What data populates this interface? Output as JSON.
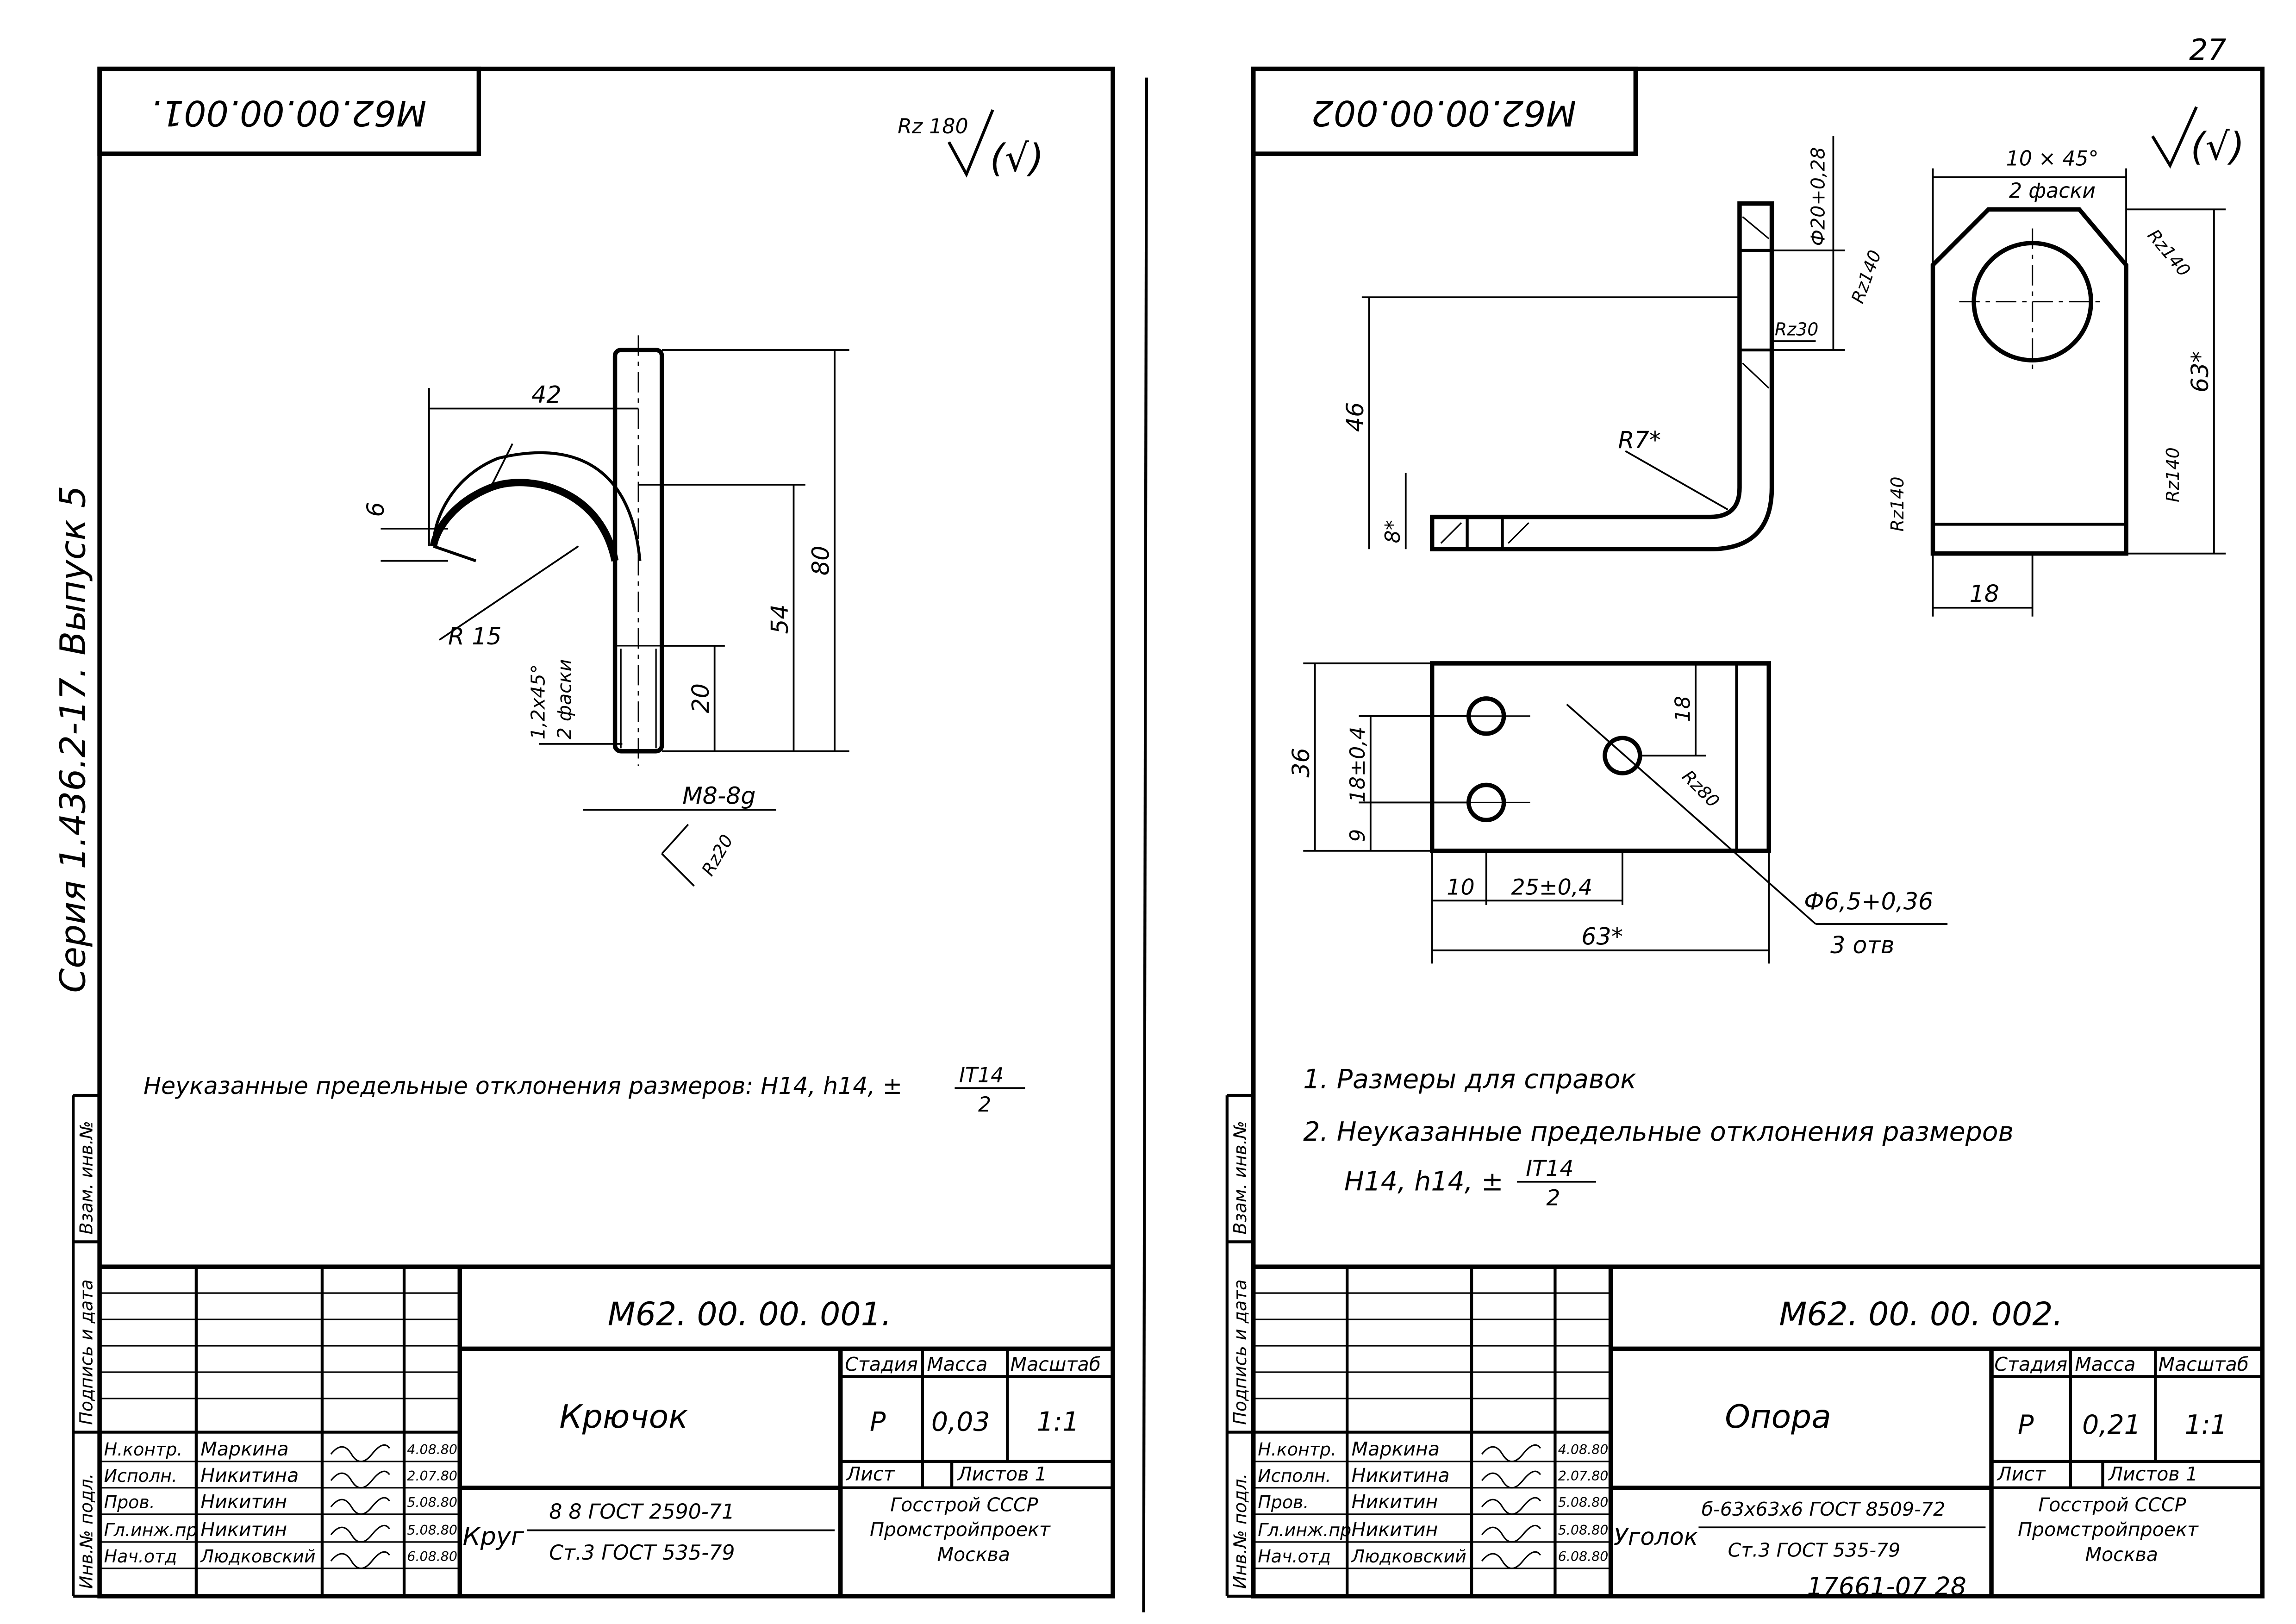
{
  "page_number": "27",
  "archive_number": "17661-07  28",
  "series_text": "Серия  1.436.2-17.   Выпуск 5",
  "side_labels": [
    "Инв.№ подл.",
    "Подпись и дата",
    "Взам. инв.№"
  ],
  "title_block_headers": {
    "stage": "Стадия",
    "mass": "Масса",
    "scale": "Масштаб",
    "sheet": "Лист",
    "sheets": "Листов 1",
    "org1": "Госстрой СССР",
    "org2": "Промстройпроект",
    "org3": "Москва"
  },
  "signatures_roles": [
    "Н.контр.",
    "Исполн.",
    "Пров.",
    "Гл.инж.пр",
    "Нач.отд"
  ],
  "drawings": [
    {
      "code_stamp": "М62.00.00.001.",
      "roughness": "Rz 180",
      "dims": {
        "d42": "42",
        "d6": "6",
        "d80": "80",
        "d54": "54",
        "d20": "20",
        "r15": "R 15",
        "chamfer1": "1,2x45°",
        "chamfer2": "2 фаски",
        "thread": "М8-8g",
        "rz20": "Rz20"
      },
      "note": "Неуказанные предельные отклонения размеров: Н14, h14, ±",
      "note_frac_top": "IT14",
      "note_frac_bot": "2",
      "title_code": "М62. 00. 00. 001.",
      "name": "Крючок",
      "stage": "Р",
      "mass": "0,03",
      "scale": "1:1",
      "material_label": "Круг",
      "material_top": "8 8 ГОСТ 2590-71",
      "material_bot": "Ст.3 ГОСТ 535-79",
      "people": [
        {
          "name": "Маркина",
          "date": "4.08.80"
        },
        {
          "name": "Никитина",
          "date": "2.07.80"
        },
        {
          "name": "Никитин",
          "date": "5.08.80"
        },
        {
          "name": "Никитин",
          "date": "5.08.80"
        },
        {
          "name": "Людковский",
          "date": "6.08.80"
        }
      ]
    },
    {
      "code_stamp": "М62.00.00.002",
      "dims": {
        "dia20": "Ф20+0,28",
        "d46": "46",
        "rz30": "Rz30",
        "r7": "R7*",
        "d8": "8*",
        "chamfer1": "10 × 45°",
        "chamfer2": "2 фаски",
        "rz140a": "Rz140",
        "rz140b": "Rz140",
        "rz140c": "Rz140",
        "rz140d": "Rz140",
        "d63v": "63*",
        "d18": "18",
        "d36": "36",
        "d18t": "18±0,4",
        "d9": "9",
        "d18r": "18",
        "rz80": "Rz80",
        "d10": "10",
        "d25": "25±0,4",
        "d63h": "63*",
        "hole1": "Ф6,5+0,36",
        "hole2": "3 отв"
      },
      "note1": "1.  Размеры для справок",
      "note2": "2.  Неуказанные предельные отклонения размеров",
      "note3": "Н14, h14,  ±",
      "note_frac_top": "IT14",
      "note_frac_bot": "2",
      "title_code": "М62. 00. 00. 002.",
      "name": "Опора",
      "stage": "Р",
      "mass": "0,21",
      "scale": "1:1",
      "material_label": "Уголок",
      "material_top": "б-63x63x6 ГОСТ 8509-72",
      "material_bot": "Ст.3 ГОСТ 535-79",
      "people": [
        {
          "name": "Маркина",
          "date": "4.08.80"
        },
        {
          "name": "Никитина",
          "date": "2.07.80"
        },
        {
          "name": "Никитин",
          "date": "5.08.80"
        },
        {
          "name": "Никитин",
          "date": "5.08.80"
        },
        {
          "name": "Людковский",
          "date": "6.08.80"
        }
      ]
    }
  ]
}
